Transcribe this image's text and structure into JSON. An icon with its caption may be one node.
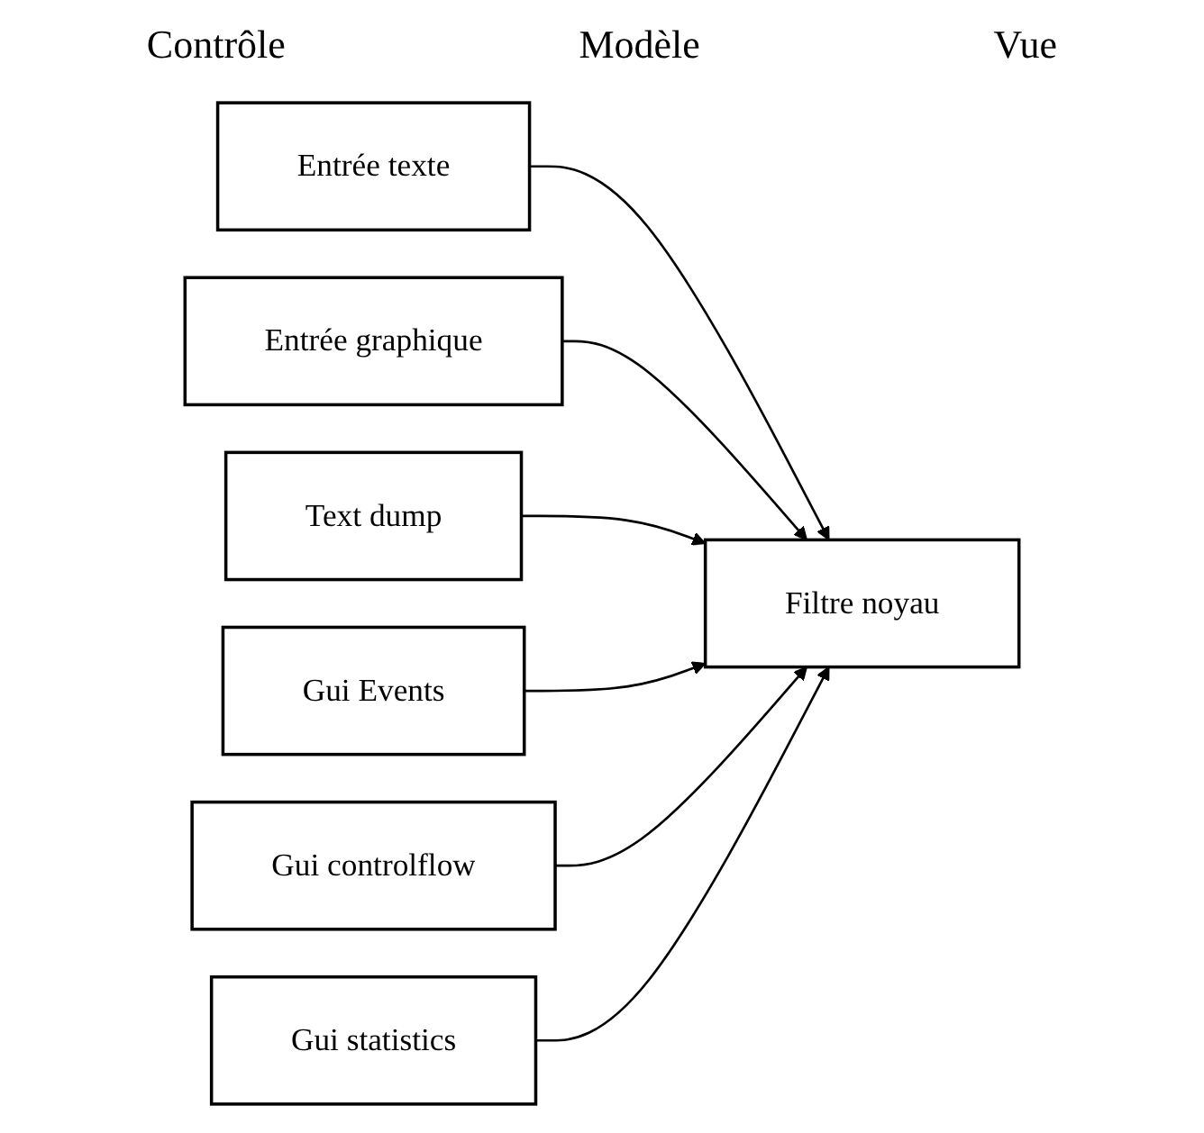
{
  "diagram": {
    "nodes": [
      {
        "text": [
          "Entrée texte"
        ]
      },
      {
        "text": [
          "Entrée graphique"
        ]
      },
      {
        "text": [
          "Filtre noyau"
        ]
      },
      {
        "text": [
          "Text dump"
        ]
      },
      {
        "text": [
          "Gui Events"
        ]
      },
      {
        "text": [
          "Gui controlflow"
        ]
      },
      {
        "text": [
          "Gui statistics"
        ]
      }
    ],
    "edges": [
      {
        "from": 0,
        "to": 2,
        "arrow": "to"
      },
      {
        "from": 1,
        "to": 2,
        "arrow": "to"
      },
      {
        "from": 3,
        "to": 2,
        "arrow": "to"
      },
      {
        "from": 4,
        "to": 2,
        "arrow": "to"
      },
      {
        "from": 5,
        "to": 2,
        "arrow": "to"
      },
      {
        "from": 6,
        "to": 2,
        "arrow": "to"
      }
    ],
    "labels": [
      "Contrôle",
      "Modèle",
      "Vue"
    ]
  }
}
